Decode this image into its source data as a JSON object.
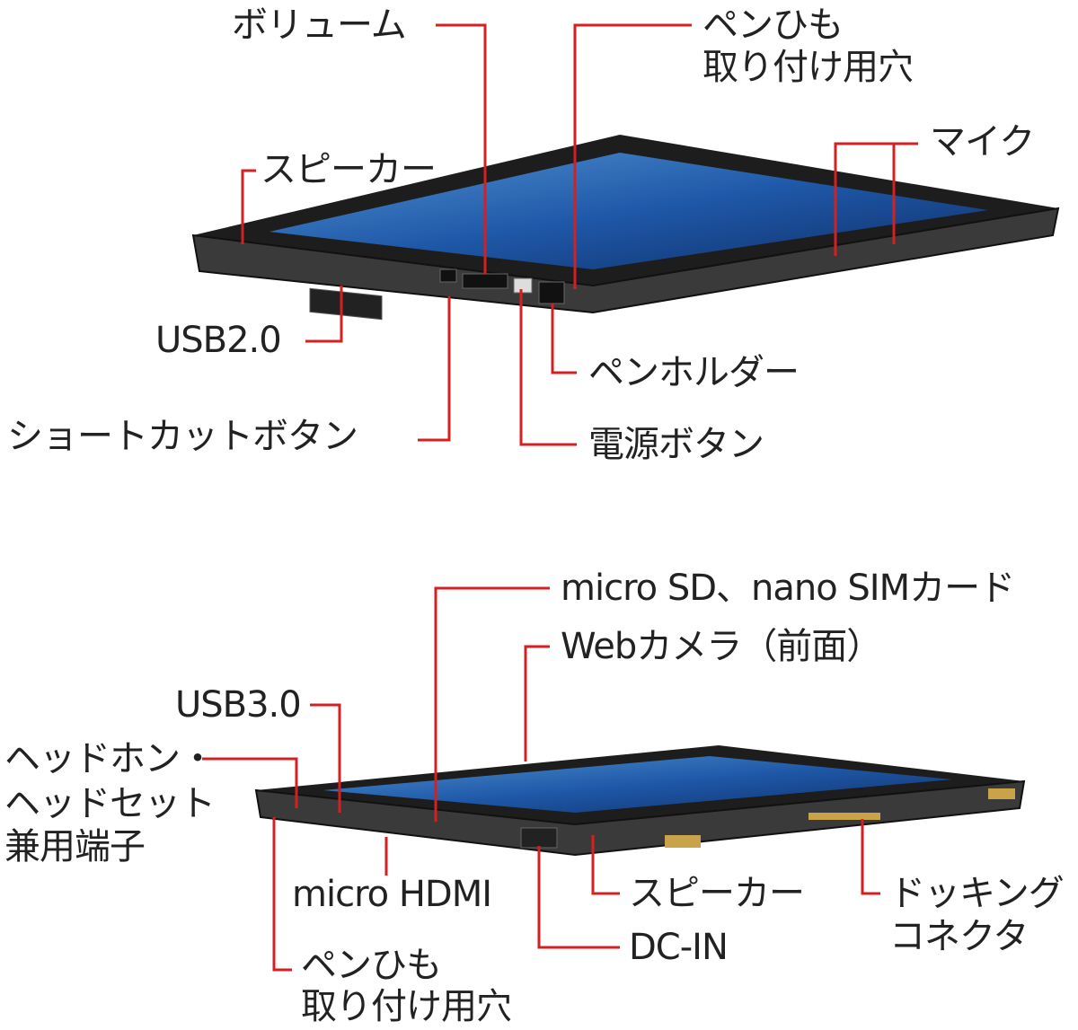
{
  "colors": {
    "leader": "#d42020",
    "device": "#2b2b2b",
    "screen": "#2a6fc9"
  },
  "top_view": {
    "labels": {
      "volume": "ボリューム",
      "pen_strap_line1": "ペンひも",
      "pen_strap_line2": "取り付け用穴",
      "speaker": "スピーカー",
      "mic": "マイク",
      "usb2": "USB2.0",
      "pen_holder": "ペンホルダー",
      "shortcut_button": "ショートカットボタン",
      "power_button": "電源ボタン"
    }
  },
  "bottom_view": {
    "labels": {
      "sd_sim": "micro SD、nano SIMカード",
      "webcam": "Webカメラ（前面）",
      "usb3": "USB3.0",
      "headphone_line1": "ヘッドホン・",
      "headphone_line2": "ヘッドセット",
      "headphone_line3": "兼用端子",
      "micro_hdmi": "micro HDMI",
      "speaker": "スピーカー",
      "docking_line1": "ドッキング",
      "docking_line2": "コネクタ",
      "dc_in": "DC-IN",
      "pen_strap_line1": "ペンひも",
      "pen_strap_line2": "取り付け用穴"
    }
  }
}
